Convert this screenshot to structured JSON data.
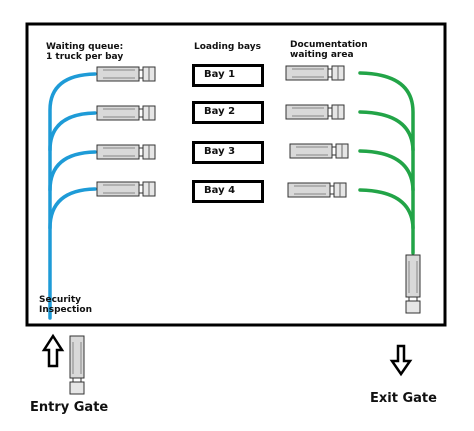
{
  "labels": {
    "waiting_queue": "Waiting queue: 1 truck per bay",
    "loading_bays": "Loading bays",
    "documentation": "Documentation waiting area",
    "security": "Security Inspection",
    "entry_gate": "Entry Gate",
    "exit_gate": "Exit Gate"
  },
  "bays": [
    "Bay 1",
    "Bay 2",
    "Bay 3",
    "Bay 4"
  ],
  "colors": {
    "entry_route": "#1e9bd7",
    "exit_route": "#22a447",
    "border": "#000000",
    "truck": "#d9d9d9"
  },
  "icons": {
    "truck": "truck-icon",
    "entry_arrow": "up-arrow-icon",
    "exit_arrow": "down-arrow-icon"
  }
}
